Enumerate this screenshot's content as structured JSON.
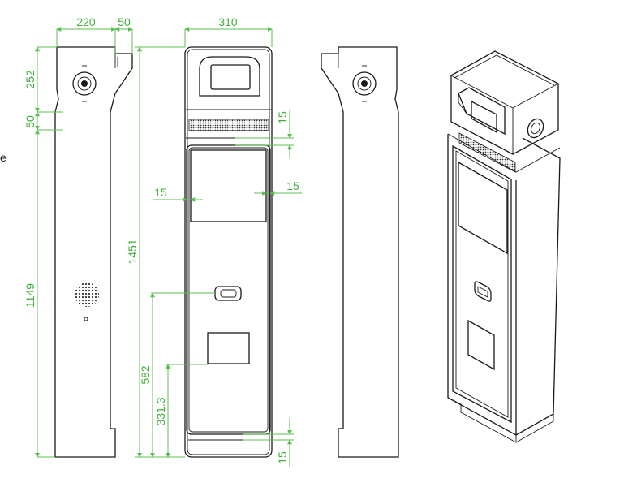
{
  "dimensions": {
    "side_top_width": "220",
    "side_step": "50",
    "front_width": "310",
    "side_top_height": "252",
    "side_waist": "50",
    "side_lower_height": "1149",
    "front_total_height": "1451",
    "vent_gap": "15",
    "screen_margin_left": "15",
    "screen_margin_right": "15",
    "handle_height": "582",
    "pad_height": "331.3",
    "bottom_margin": "15"
  },
  "edge_glyph": "e",
  "colors": {
    "dimension_line": "#5cbf52",
    "dimension_text": "#3fae3a",
    "outline": "#1a1a1a"
  }
}
